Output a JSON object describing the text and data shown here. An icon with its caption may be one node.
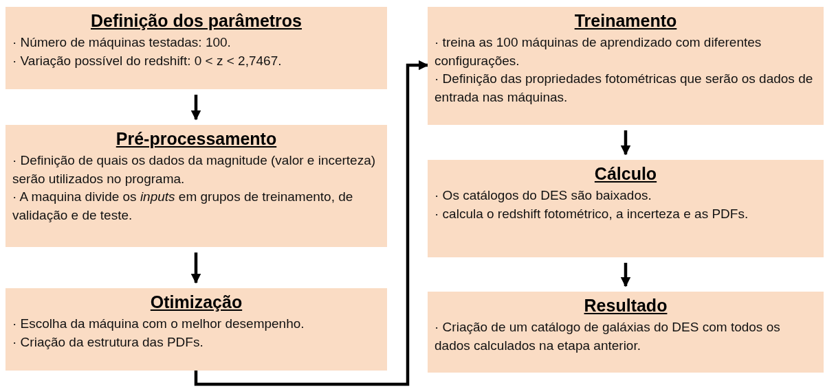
{
  "diagram": {
    "nodes": [
      {
        "text": [
          "Definição dos parâmetros",
          "· Número de máquinas testadas: 100.",
          "· Variação possível do redshift: 0 < z < 2,7467."
        ]
      },
      {
        "text": [
          "Pré-processamento",
          "· Definição de quais os dados da magnitude (valor e incerteza) serão utilizados no programa.",
          "· A maquina divide os *inputs* em grupos de treinamento, de validação e de teste."
        ]
      },
      {
        "text": [
          "Otimização",
          "· Escolha da máquina com o melhor desempenho.",
          "· Criação da estrutura das PDFs."
        ]
      },
      {
        "text": [
          "Treinamento",
          "· treina as 100 máquinas de aprendizado com diferentes configurações.",
          "· Definição das propriedades fotométricas que serão os dados de entrada nas máquinas."
        ]
      },
      {
        "text": [
          "Cálculo",
          "· Os catálogos do DES são baixados.",
          "· calcula o redshift fotométrico, a incerteza e as PDFs."
        ]
      },
      {
        "text": [
          "Resultado",
          "· Criação de um catálogo de galáxias do DES com todos os dados calculados na etapa anterior."
        ]
      }
    ],
    "edges": [
      {
        "from": 0,
        "to": 1,
        "arrow": "to"
      },
      {
        "from": 1,
        "to": 2,
        "arrow": "to"
      },
      {
        "from": 2,
        "to": 3,
        "arrow": "to"
      },
      {
        "from": 3,
        "to": 4,
        "arrow": "to"
      },
      {
        "from": 4,
        "to": 5,
        "arrow": "to"
      }
    ]
  }
}
